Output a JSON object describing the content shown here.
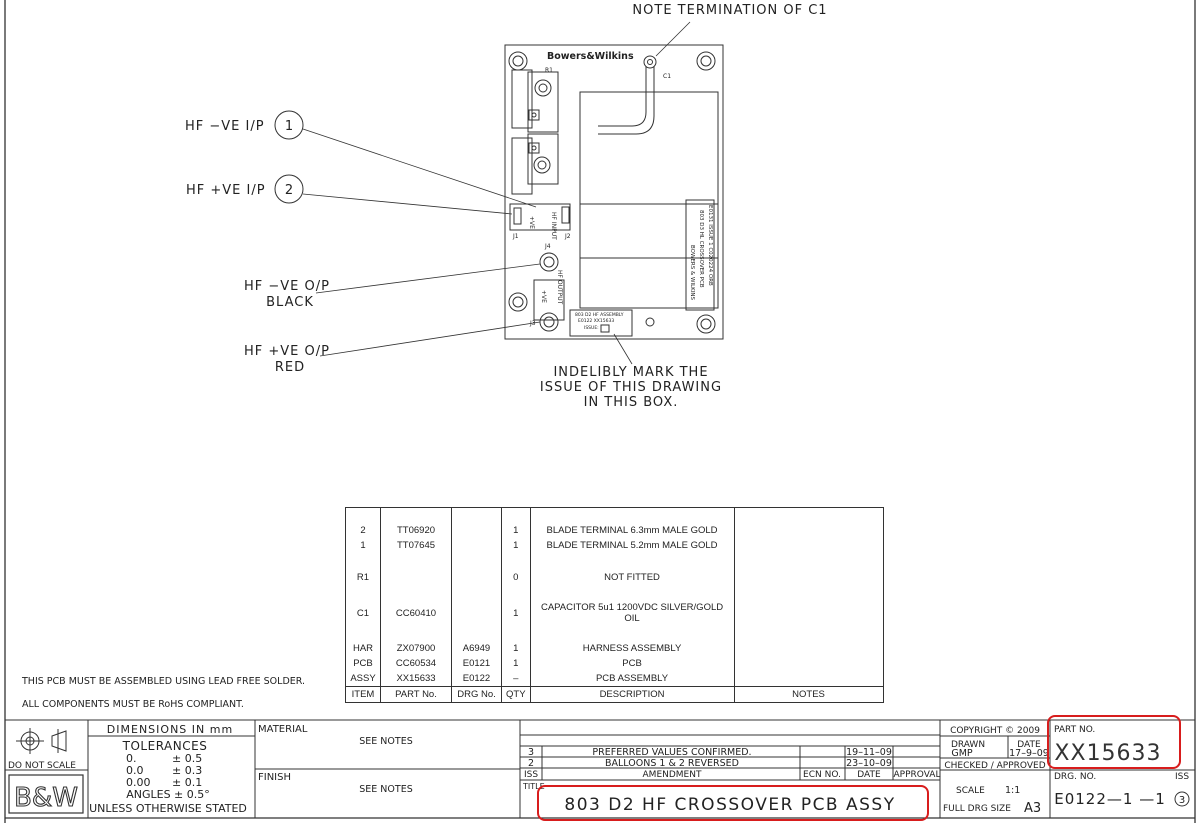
{
  "drawing": {
    "note_c1": "NOTE  TERMINATION  OF  C1",
    "indelible_note": [
      "INDELIBLY  MARK  THE",
      "ISSUE  OF  THIS  DRAWING",
      "IN  THIS  BOX."
    ],
    "pcb": {
      "brand": "Bowers&Wilkins",
      "r1": "R1",
      "c1": "C1",
      "j1": "J1",
      "j2": "J2",
      "j3": "J3",
      "j4": "J4",
      "ve_neg": "-VE",
      "ve_pos": "+VE",
      "hf_input": "HF INPUT",
      "hf_output": "HF OUTPUT",
      "assy_label": [
        "803 D2 HF ASSEMBLY",
        "E0122 XX15633",
        "ISSUE:"
      ],
      "side_text": [
        "E0131 ISSUE 1  C020224 ORB",
        "803 D3 HL CROSSOVER PCB",
        "BOWERS & WILKINS"
      ]
    },
    "callouts": [
      {
        "label": "HF  −VE  I/P",
        "balloon": "1"
      },
      {
        "label": "HF  +VE  I/P",
        "balloon": "2"
      },
      {
        "label": "HF  −VE  O/P",
        "sub": "BLACK"
      },
      {
        "label": "HF  +VE  O/P",
        "sub": "RED"
      }
    ]
  },
  "notes": {
    "lead_free": "THIS PCB MUST BE ASSEMBLED USING LEAD FREE SOLDER.",
    "rohs": "ALL COMPONENTS MUST BE RoHS COMPLIANT."
  },
  "bom": {
    "headers": [
      "ITEM",
      "PART No.",
      "DRG No.",
      "QTY",
      "DESCRIPTION",
      "NOTES"
    ],
    "rows": [
      [
        "2",
        "TT06920",
        "",
        "1",
        "BLADE TERMINAL 6.3mm MALE GOLD",
        ""
      ],
      [
        "1",
        "TT07645",
        "",
        "1",
        "BLADE TERMINAL 5.2mm MALE GOLD",
        ""
      ],
      [
        "R1",
        "",
        "",
        "0",
        "NOT FITTED",
        ""
      ],
      [
        "C1",
        "CC60410",
        "",
        "1",
        "CAPACITOR 5u1 1200VDC SILVER/GOLD OIL",
        ""
      ],
      [
        "HAR",
        "ZX07900",
        "A6949",
        "1",
        "HARNESS ASSEMBLY",
        ""
      ],
      [
        "PCB",
        "CC60534",
        "E0121",
        "1",
        "PCB",
        ""
      ],
      [
        "ASSY",
        "XX15633",
        "E0122",
        "–",
        "PCB ASSEMBLY",
        ""
      ]
    ]
  },
  "title_block": {
    "do_not_scale": "DO NOT SCALE",
    "logo": "B&W",
    "dimensions": "DIMENSIONS  IN  mm",
    "tolerances": "TOLERANCES",
    "tol_rows": [
      [
        "0.",
        "± 0.5"
      ],
      [
        "0.0",
        "± 0.3"
      ],
      [
        "0.00",
        "± 0.1"
      ]
    ],
    "angles": "ANGLES  ± 0.5°",
    "unless": "UNLESS  OTHERWISE  STATED",
    "material": "MATERIAL",
    "finish": "FINISH",
    "see_notes": "SEE  NOTES",
    "amendments": [
      {
        "iss": "3",
        "text": "PREFERRED  VALUES  CONFIRMED.",
        "date": "19–11–09"
      },
      {
        "iss": "2",
        "text": "BALLOONS  1  &  2  REVERSED",
        "date": "23–10–09"
      }
    ],
    "amend_headers": {
      "iss": "ISS",
      "amendment": "AMENDMENT",
      "ecn": "ECN  NO.",
      "date": "DATE",
      "approval": "APPROVAL"
    },
    "title_label": "TITLE",
    "title": "803  D2  HF  CROSSOVER  PCB  ASSY",
    "copyright": "COPYRIGHT © 2009",
    "drawn": "DRAWN",
    "drawn_by": "GMP",
    "date_label": "DATE",
    "drawn_date": "17–9–09",
    "checked": "CHECKED  /  APPROVED",
    "scale_label": "SCALE",
    "scale": "1:1",
    "size_label": "FULL  DRG  SIZE",
    "size": "A3",
    "part_no_label": "PART  NO.",
    "part_no": "XX15633",
    "drg_no_label": "DRG.  NO.",
    "drg_no": "E0122—1  —1",
    "iss_label": "ISS",
    "iss": "3"
  }
}
